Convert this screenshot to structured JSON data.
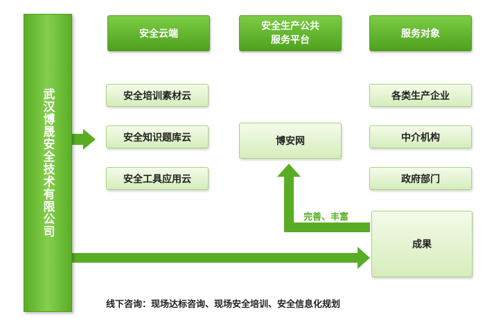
{
  "company": "武汉博晟安全技术有限公司",
  "headers": {
    "cloud": "安全云端",
    "platform": "安全生产公共\n服务平台",
    "targets": "服务对象"
  },
  "clouds": [
    "安全培训素材云",
    "安全知识题库云",
    "安全工具应用云"
  ],
  "hub": "博安网",
  "targets": [
    "各类生产企业",
    "中介机构",
    "政府部门"
  ],
  "result": "成果",
  "arrow_label": "完善、丰富",
  "footer": "线下咨询：现场达标咨询、现场安全培训、安全信息化规划",
  "colors": {
    "green": "#5aae26",
    "label_green": "#5aae26",
    "arrow": "#59ad25"
  }
}
